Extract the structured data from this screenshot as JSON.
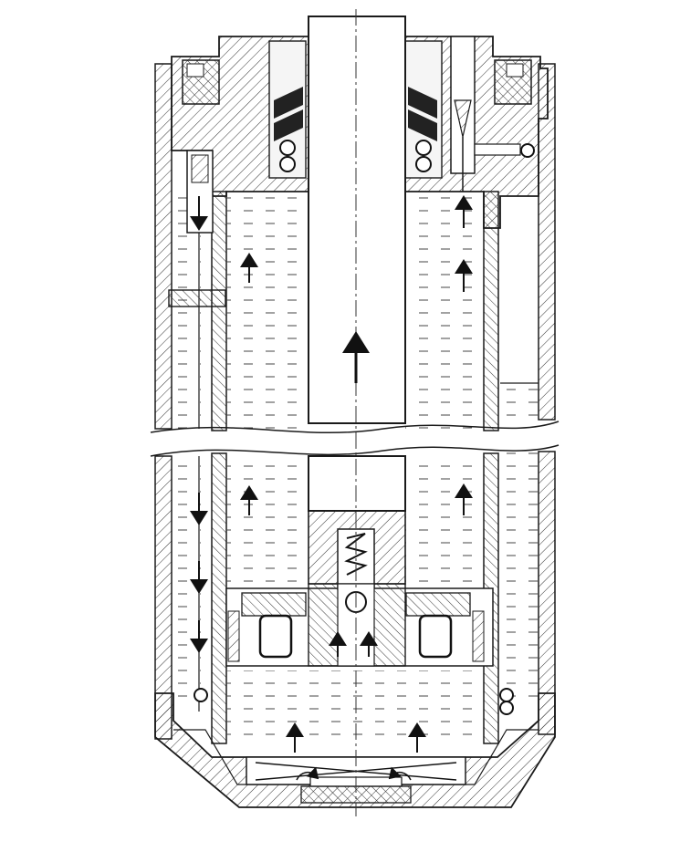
{
  "figure": {
    "colors": {
      "background": "#ffffff",
      "ink": "#1a1a1a",
      "hatch": "#333333",
      "fluid": "#e9e9e9"
    },
    "flow_arrows_count": 16,
    "has_center_axis_dashdot": true,
    "has_break_lines": true,
    "parts": [
      "piston-rod",
      "rod-guide-seal-assembly",
      "outer-tube",
      "working-cylinder",
      "reservoir",
      "piston-valve",
      "base-valve",
      "bump-valve"
    ]
  }
}
